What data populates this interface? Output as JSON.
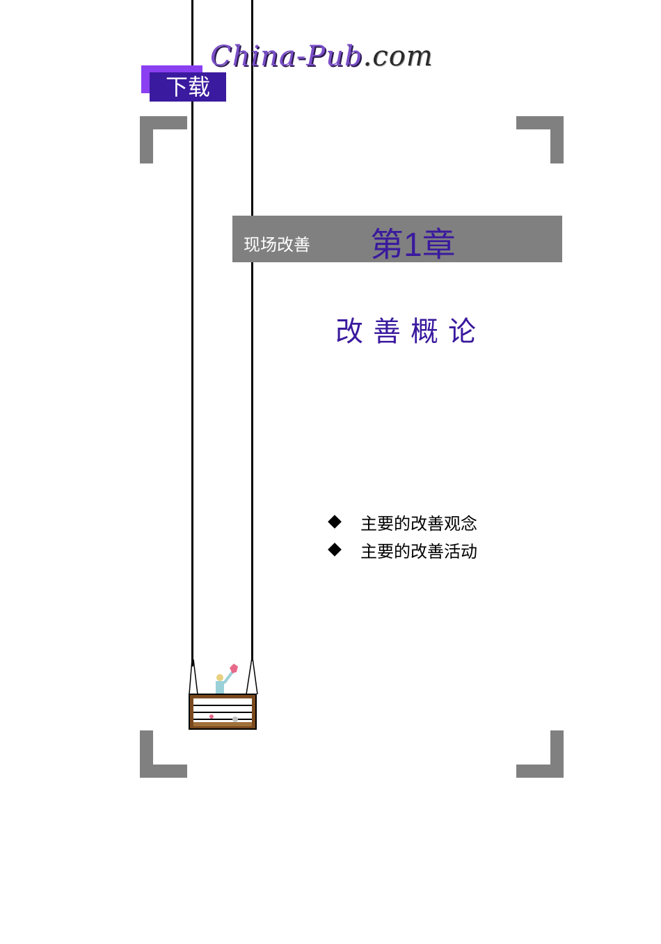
{
  "header": {
    "logo_text": "China-Pub",
    "logo_suffix": ".com",
    "download_label": "下载"
  },
  "banner": {
    "subtitle": "现场改善",
    "chapter": "第1章"
  },
  "title": "改善概论",
  "contents": [
    {
      "label": "主要的改善观念"
    },
    {
      "label": "主要的改善活动"
    }
  ],
  "colors": {
    "accent": "#3a1a9e",
    "banner_gray": "#808080",
    "badge_highlight": "#8a3ff0"
  },
  "icons": [
    "diamond-bullet-icon",
    "swing-illustration"
  ]
}
